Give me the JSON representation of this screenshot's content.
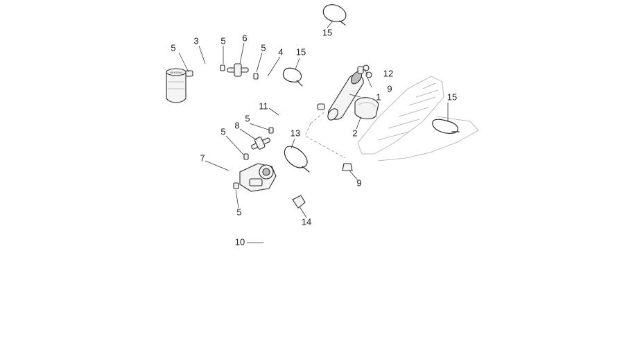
{
  "parts": [
    {
      "id": "p1",
      "label": "1"
    },
    {
      "id": "p2",
      "label": "2"
    },
    {
      "id": "p3",
      "label": "3"
    },
    {
      "id": "p4",
      "label": "4"
    },
    {
      "id": "p5a",
      "label": "5"
    },
    {
      "id": "p5b",
      "label": "5"
    },
    {
      "id": "p5c",
      "label": "5"
    },
    {
      "id": "p5d",
      "label": "5"
    },
    {
      "id": "p5e",
      "label": "5"
    },
    {
      "id": "p5f",
      "label": "5"
    },
    {
      "id": "p6",
      "label": "6"
    },
    {
      "id": "p7",
      "label": "7"
    },
    {
      "id": "p8",
      "label": "8"
    },
    {
      "id": "p9a",
      "label": "9"
    },
    {
      "id": "p9b",
      "label": "9"
    },
    {
      "id": "p10",
      "label": "10"
    },
    {
      "id": "p11",
      "label": "11"
    },
    {
      "id": "p12",
      "label": "12"
    },
    {
      "id": "p13",
      "label": "13"
    },
    {
      "id": "p14",
      "label": "14"
    },
    {
      "id": "p15a",
      "label": "15"
    },
    {
      "id": "p15b",
      "label": "15"
    },
    {
      "id": "p15c",
      "label": "15"
    }
  ],
  "tank_cap_text": "BENZINA"
}
